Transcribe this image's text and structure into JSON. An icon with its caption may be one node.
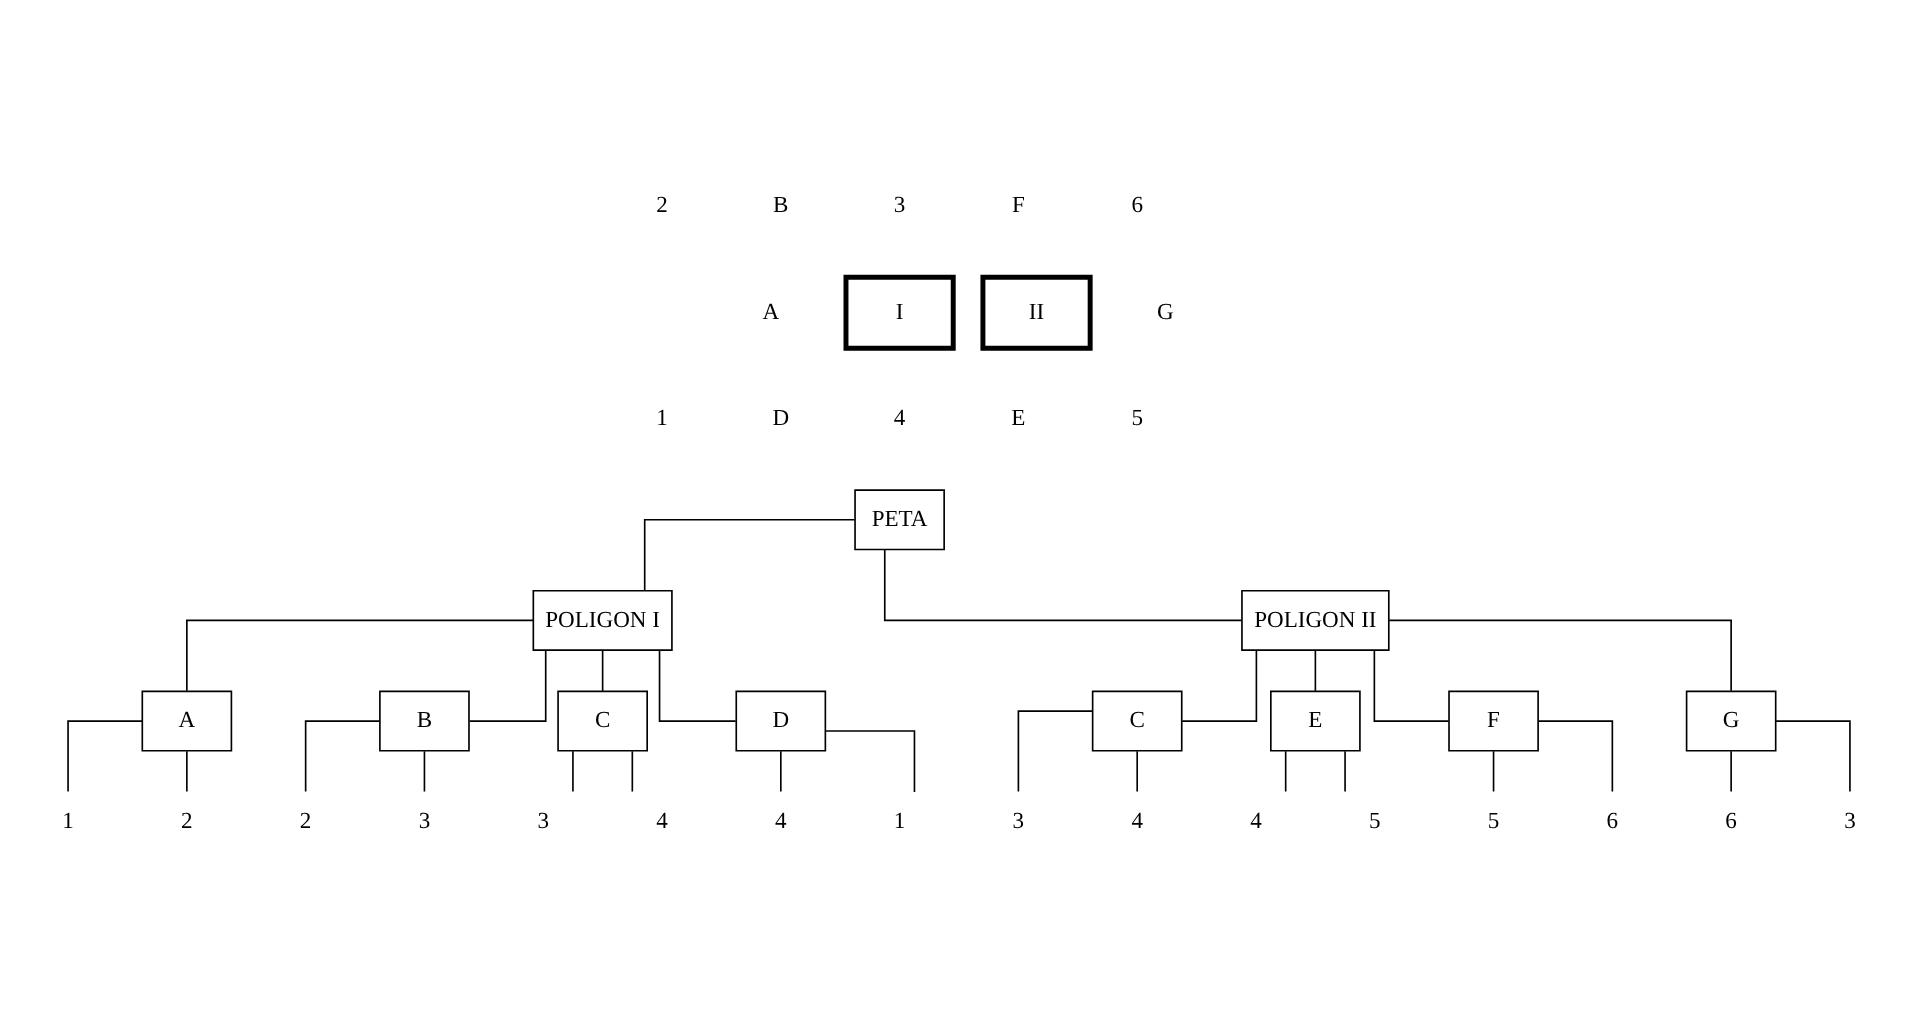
{
  "diagram": {
    "nodes": [
      {
        "text": [
          "I"
        ]
      },
      {
        "text": [
          "II"
        ]
      },
      {
        "text": [
          "PETA"
        ]
      },
      {
        "text": [
          "POLIGON I"
        ]
      },
      {
        "text": [
          "POLIGON II"
        ]
      },
      {
        "text": [
          "A"
        ]
      },
      {
        "text": [
          "B"
        ]
      },
      {
        "text": [
          "C"
        ]
      },
      {
        "text": [
          "D"
        ]
      },
      {
        "text": [
          "C"
        ]
      },
      {
        "text": [
          "E"
        ]
      },
      {
        "text": [
          "F"
        ]
      },
      {
        "text": [
          "G"
        ]
      },
      {
        "text": [
          "1"
        ]
      },
      {
        "text": [
          "2"
        ]
      },
      {
        "text": [
          "2"
        ]
      },
      {
        "text": [
          "3"
        ]
      },
      {
        "text": [
          "3"
        ]
      },
      {
        "text": [
          "4"
        ]
      },
      {
        "text": [
          "4"
        ]
      },
      {
        "text": [
          "1"
        ]
      },
      {
        "text": [
          "3"
        ]
      },
      {
        "text": [
          "4"
        ]
      },
      {
        "text": [
          "4"
        ]
      },
      {
        "text": [
          "5"
        ]
      },
      {
        "text": [
          "5"
        ]
      },
      {
        "text": [
          "6"
        ]
      },
      {
        "text": [
          "6"
        ]
      },
      {
        "text": [
          "3"
        ]
      }
    ],
    "edges": [
      {
        "from": 2,
        "to": 3,
        "arrow": "none"
      },
      {
        "from": 2,
        "to": 4,
        "arrow": "none"
      },
      {
        "from": 3,
        "to": 5,
        "arrow": "none"
      },
      {
        "from": 3,
        "to": 6,
        "arrow": "none"
      },
      {
        "from": 3,
        "to": 7,
        "arrow": "none"
      },
      {
        "from": 3,
        "to": 8,
        "arrow": "none"
      },
      {
        "from": 4,
        "to": 9,
        "arrow": "none"
      },
      {
        "from": 4,
        "to": 10,
        "arrow": "none"
      },
      {
        "from": 4,
        "to": 11,
        "arrow": "none"
      },
      {
        "from": 4,
        "to": 12,
        "arrow": "none"
      },
      {
        "from": 5,
        "to": 13,
        "arrow": "none"
      },
      {
        "from": 5,
        "to": 14,
        "arrow": "none"
      },
      {
        "from": 6,
        "to": 15,
        "arrow": "none"
      },
      {
        "from": 6,
        "to": 16,
        "arrow": "none"
      },
      {
        "from": 7,
        "to": 17,
        "arrow": "none"
      },
      {
        "from": 7,
        "to": 18,
        "arrow": "none"
      },
      {
        "from": 8,
        "to": 19,
        "arrow": "none"
      },
      {
        "from": 8,
        "to": 20,
        "arrow": "none"
      },
      {
        "from": 9,
        "to": 21,
        "arrow": "none"
      },
      {
        "from": 9,
        "to": 22,
        "arrow": "none"
      },
      {
        "from": 10,
        "to": 23,
        "arrow": "none"
      },
      {
        "from": 10,
        "to": 24,
        "arrow": "none"
      },
      {
        "from": 11,
        "to": 25,
        "arrow": "none"
      },
      {
        "from": 11,
        "to": 26,
        "arrow": "none"
      },
      {
        "from": 12,
        "to": 27,
        "arrow": "none"
      },
      {
        "from": 12,
        "to": 28,
        "arrow": "none"
      }
    ],
    "labels": [
      "2",
      "B",
      "3",
      "F",
      "6",
      "A",
      "G",
      "1",
      "D",
      "4",
      "E",
      "5"
    ]
  }
}
